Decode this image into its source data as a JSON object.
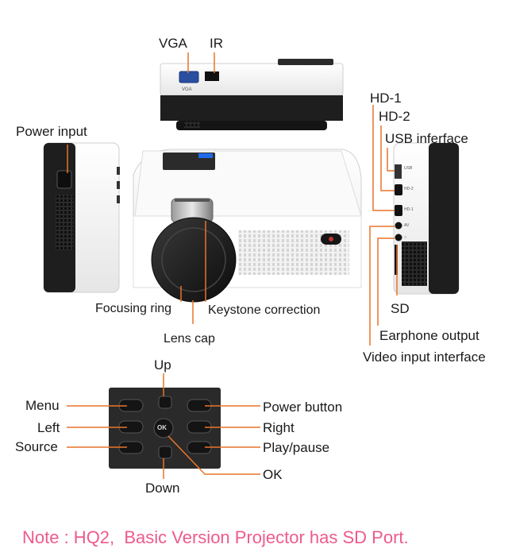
{
  "labels": {
    "vga": "VGA",
    "ir": "IR",
    "power_input": "Power input",
    "hd1": "HD-1",
    "hd2": "HD-2",
    "usb": "USB inferface",
    "sd": "SD",
    "earphone": "Earphone output",
    "video_input": "Video input interface",
    "focusing_ring": "Focusing ring",
    "keystone": "Keystone correction",
    "lens_cap": "Lens cap"
  },
  "keypad": {
    "up": "Up",
    "down": "Down",
    "menu": "Menu",
    "left": "Left",
    "source": "Source",
    "power_button": "Power button",
    "right": "Right",
    "play_pause": "Play/pause",
    "ok": "OK",
    "ok_key": "OK"
  },
  "panel_text": {
    "vga_port": "VGA",
    "usb_port": "USB",
    "hd2_port": "HD-2",
    "hd1_port": "HD-1",
    "av_port": "AV",
    "earphone_port": "∩"
  },
  "note": "Note : HQ2,  Basic Version Projector has SD Port.",
  "colors": {
    "leader": "#e8742a",
    "note": "#ee5a8e",
    "body": "#f4f4f4",
    "dark": "#1e1e1e"
  }
}
